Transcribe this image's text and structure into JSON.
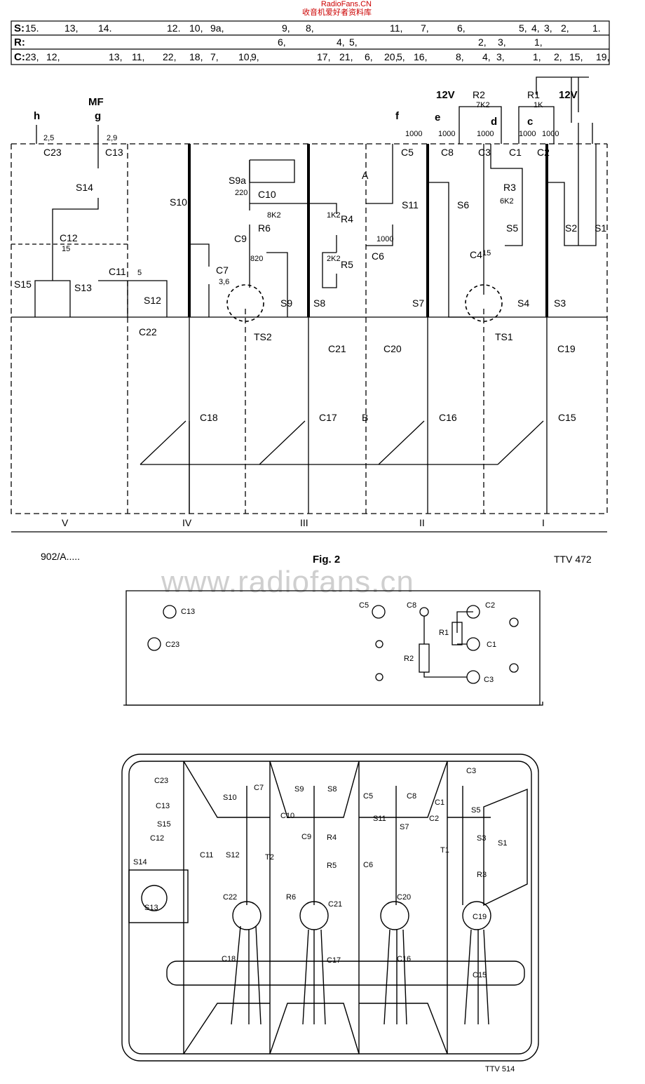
{
  "header": {
    "site": "RadioFans.CN",
    "subtitle": "收音机爱好者资料库"
  },
  "table": {
    "rows": [
      {
        "label": "S:",
        "values": [
          "15.",
          "13,",
          "14.",
          "12.",
          "10,",
          "9a,",
          "9,",
          "8,",
          "11,",
          "7,",
          "6,",
          "5,",
          "4,",
          "3,",
          "2,",
          "1."
        ]
      },
      {
        "label": "R:",
        "values": [
          "6,",
          "4,",
          "5,",
          "2,",
          "3,",
          "1,"
        ]
      },
      {
        "label": "C:",
        "values": [
          "23,",
          "12,",
          "13,",
          "11,",
          "22,",
          "18,",
          "7,",
          "10,",
          "9,",
          "17,",
          "21,",
          "6,",
          "20,",
          "5,",
          "16,",
          "8,",
          "4,",
          "3,",
          "1,",
          "2,",
          "15,",
          "19,"
        ]
      }
    ]
  },
  "schematic": {
    "terminals": [
      "h",
      "MF",
      "g",
      "f",
      "e",
      "d",
      "c",
      "12V",
      "12V"
    ],
    "components": [
      "C23",
      "C13",
      "S14",
      "C12",
      "S15",
      "S13",
      "C11",
      "S12",
      "C22",
      "S10",
      "C7",
      "C18",
      "S9a",
      "C10",
      "C9",
      "R6",
      "R4",
      "R5",
      "S9",
      "S8",
      "TS2",
      "C21",
      "C17",
      "A",
      "B",
      "C5",
      "S11",
      "C6",
      "C20",
      "S7",
      "C16",
      "C8",
      "S6",
      "R2",
      "R3",
      "C4",
      "S5",
      "C3",
      "C1",
      "TS1",
      "S4",
      "R1",
      "C2",
      "S3",
      "S2",
      "S1",
      "C19",
      "C15"
    ],
    "values": [
      "2,5",
      "2,9",
      "15",
      "5",
      "3,6",
      "220",
      "820",
      "1K2",
      "8K2",
      "2K2",
      "1000",
      "1000",
      "1000",
      "1000",
      "1000",
      "1000",
      "7K2",
      "6K2",
      "1K",
      "15"
    ],
    "sections": [
      "V",
      "IV",
      "III",
      "II",
      "I"
    ],
    "part_no": "902/A.....",
    "fig": "Fig. 2",
    "code1": "TTV 472",
    "watermark": "www.radiofans.cn"
  },
  "panel": {
    "labels": [
      "C13",
      "C23",
      "C5",
      "C8",
      "C2",
      "R1",
      "C1",
      "R2",
      "C3"
    ]
  },
  "layout": {
    "labels": [
      "C23",
      "C13",
      "S15",
      "S14",
      "C12",
      "S13",
      "C11",
      "S10",
      "C7",
      "S12",
      "C22",
      "C18",
      "S9",
      "S8",
      "C10",
      "T2",
      "C9",
      "R4",
      "R5",
      "R6",
      "C21",
      "C17",
      "C5",
      "S11",
      "C6",
      "C8",
      "S7",
      "C20",
      "C16",
      "C3",
      "C1",
      "C2",
      "S5",
      "T1",
      "S3",
      "R3",
      "S1",
      "C19",
      "C15"
    ],
    "code2": "TTV 514"
  }
}
